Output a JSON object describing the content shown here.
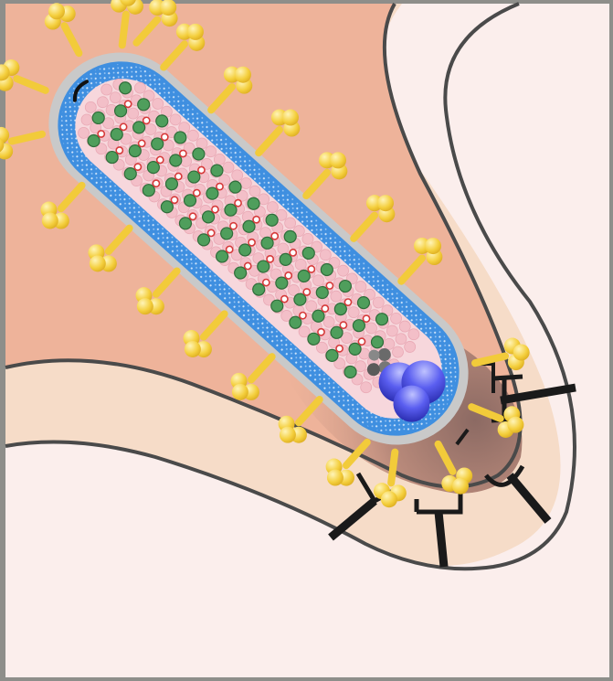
{
  "colors": {
    "frame": "#8e8e8a",
    "extracellular": "#fbeeec",
    "membrane_band": "#f6dcc8",
    "membrane_band_outline": "#4a4a4a",
    "cytoplasm_top": "#eeb39a",
    "cytoplasm_deep": "#a27b71",
    "virion_halo": "#c9c9c9",
    "virion_shell": "#3f8fe0",
    "virion_shell_dots": "#e6f2ff",
    "virion_core": "#f7d7dc",
    "core_bead": "#f3bfc8",
    "nucleocapsid_green": "#4f9e5c",
    "nucleocapsid_red": "#d63a3a",
    "polymerase_blue": "#4a4ee0",
    "polymerase_grey": "#6a6a6a",
    "glycoprotein": "#f2cb3a",
    "receptor": "#1a1a1a"
  },
  "counts": {
    "glycoprotein_spikes": 22,
    "receptors": 6,
    "nucleocapsid_rows": 4
  }
}
